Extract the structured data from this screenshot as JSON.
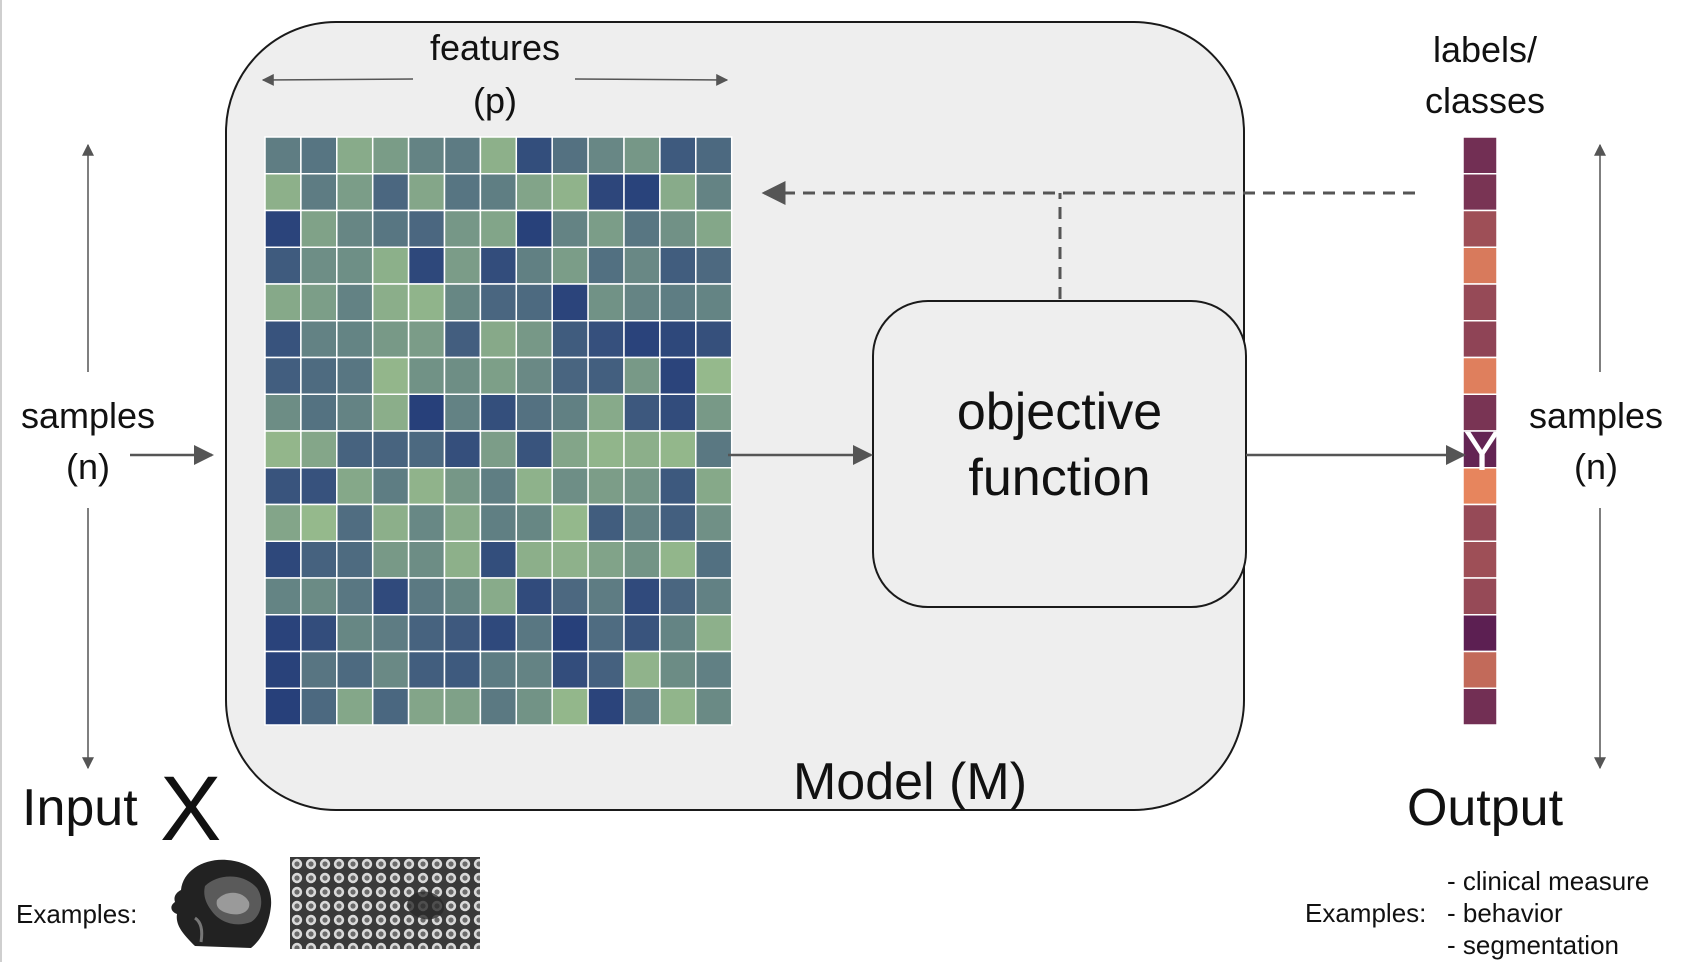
{
  "diagram": {
    "features_label": [
      "features",
      "(p)"
    ],
    "labels_classes": [
      "labels/",
      "classes"
    ],
    "samples_left": [
      "samples",
      "(n)"
    ],
    "samples_right": [
      "samples",
      "(n)"
    ],
    "objective_function": [
      "objective",
      "function"
    ],
    "model_label": "Model (M)",
    "input_label": "Input",
    "input_symbol": "X",
    "output_label": "Output",
    "output_symbol": "Y",
    "input_examples_label": "Examples:",
    "output_examples_label": "Examples:",
    "output_examples": [
      "- clinical measure",
      "- behavior",
      "- segmentation"
    ]
  },
  "colors": {
    "model_fill": "#eeeeee",
    "outline": "#1a1a1a",
    "arrow": "#555555",
    "heatmap_low": "#a9cf8f",
    "heatmap_high": "#263f7a",
    "output_dark": "#5c1f52",
    "output_light": "#ee8a5e"
  }
}
